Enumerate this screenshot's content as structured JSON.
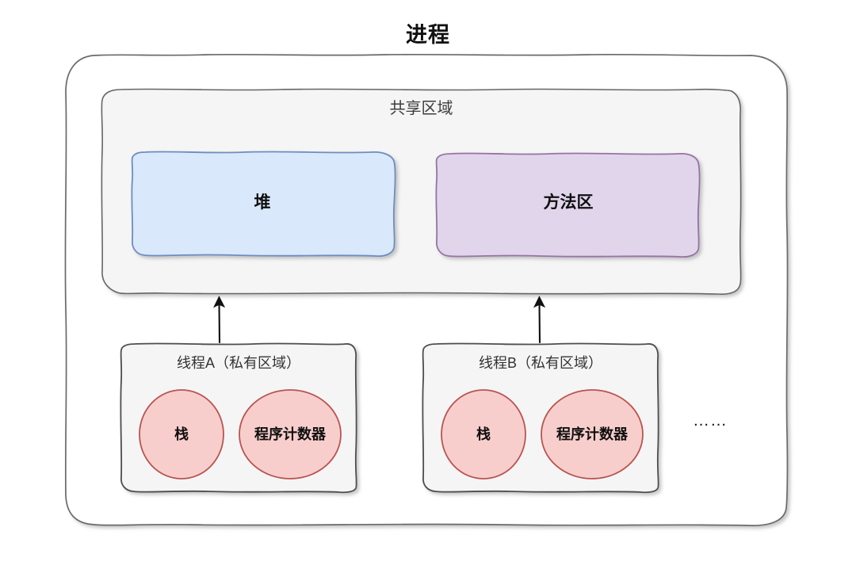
{
  "diagram": {
    "title": "进程",
    "shared_region": {
      "label": "共享区域",
      "fill": "#f5f5f5",
      "stroke": "#666666",
      "boxes": [
        {
          "label": "堆",
          "fill": "#dae8fc",
          "stroke": "#6c8ebf"
        },
        {
          "label": "方法区",
          "fill": "#e1d5ec",
          "stroke": "#9673a6"
        }
      ]
    },
    "threads": [
      {
        "label": "线程A（私有区域）",
        "fill": "#f5f5f5",
        "stroke": "#4d4d4d",
        "circles": [
          {
            "label": "栈",
            "fill": "#f8cecc",
            "stroke": "#b85450"
          },
          {
            "label": "程序计数器",
            "fill": "#f8cecc",
            "stroke": "#b85450"
          }
        ]
      },
      {
        "label": "线程B（私有区域）",
        "fill": "#f5f5f5",
        "stroke": "#4d4d4d",
        "circles": [
          {
            "label": "栈",
            "fill": "#f8cecc",
            "stroke": "#b85450"
          },
          {
            "label": "程序计数器",
            "fill": "#f8cecc",
            "stroke": "#b85450"
          }
        ]
      }
    ],
    "more_threads": "……",
    "arrows": [
      {
        "name": "thread-a-to-shared",
        "direction": "up"
      },
      {
        "name": "thread-b-to-shared",
        "direction": "up"
      }
    ],
    "outer_container": {
      "fill": "#ffffff",
      "stroke": "#666666"
    }
  }
}
